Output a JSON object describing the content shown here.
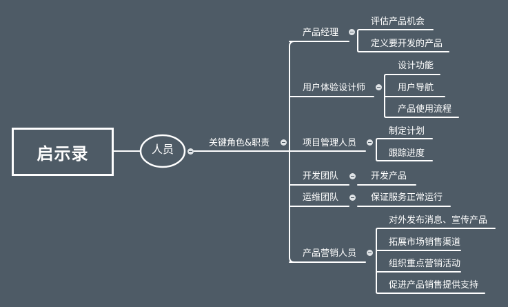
{
  "root": {
    "label": "启示录"
  },
  "subtopic": {
    "label": "人员"
  },
  "relation": {
    "label": "关键角色&职责"
  },
  "roles": [
    {
      "label": "产品经理",
      "tasks": [
        "评估产品机会",
        "定义要开发的产品"
      ]
    },
    {
      "label": "用户体验设计师",
      "tasks": [
        "设计功能",
        "用户导航",
        "产品使用流程"
      ]
    },
    {
      "label": "项目管理人员",
      "tasks": [
        "制定计划",
        "跟踪进度"
      ]
    },
    {
      "label": "开发团队",
      "tasks": [
        "开发产品"
      ]
    },
    {
      "label": "运维团队",
      "tasks": [
        "保证服务正常运行"
      ]
    },
    {
      "label": "产品营销人员",
      "tasks": [
        "对外发布消息、宣传产品",
        "拓展市场销售渠道",
        "组织重点营销活动",
        "促进产品销售提供支持"
      ]
    }
  ],
  "colors": {
    "background": "#4e5b66",
    "line": "#ffffff"
  },
  "icons": {
    "collapse": "minus-circle-icon"
  }
}
